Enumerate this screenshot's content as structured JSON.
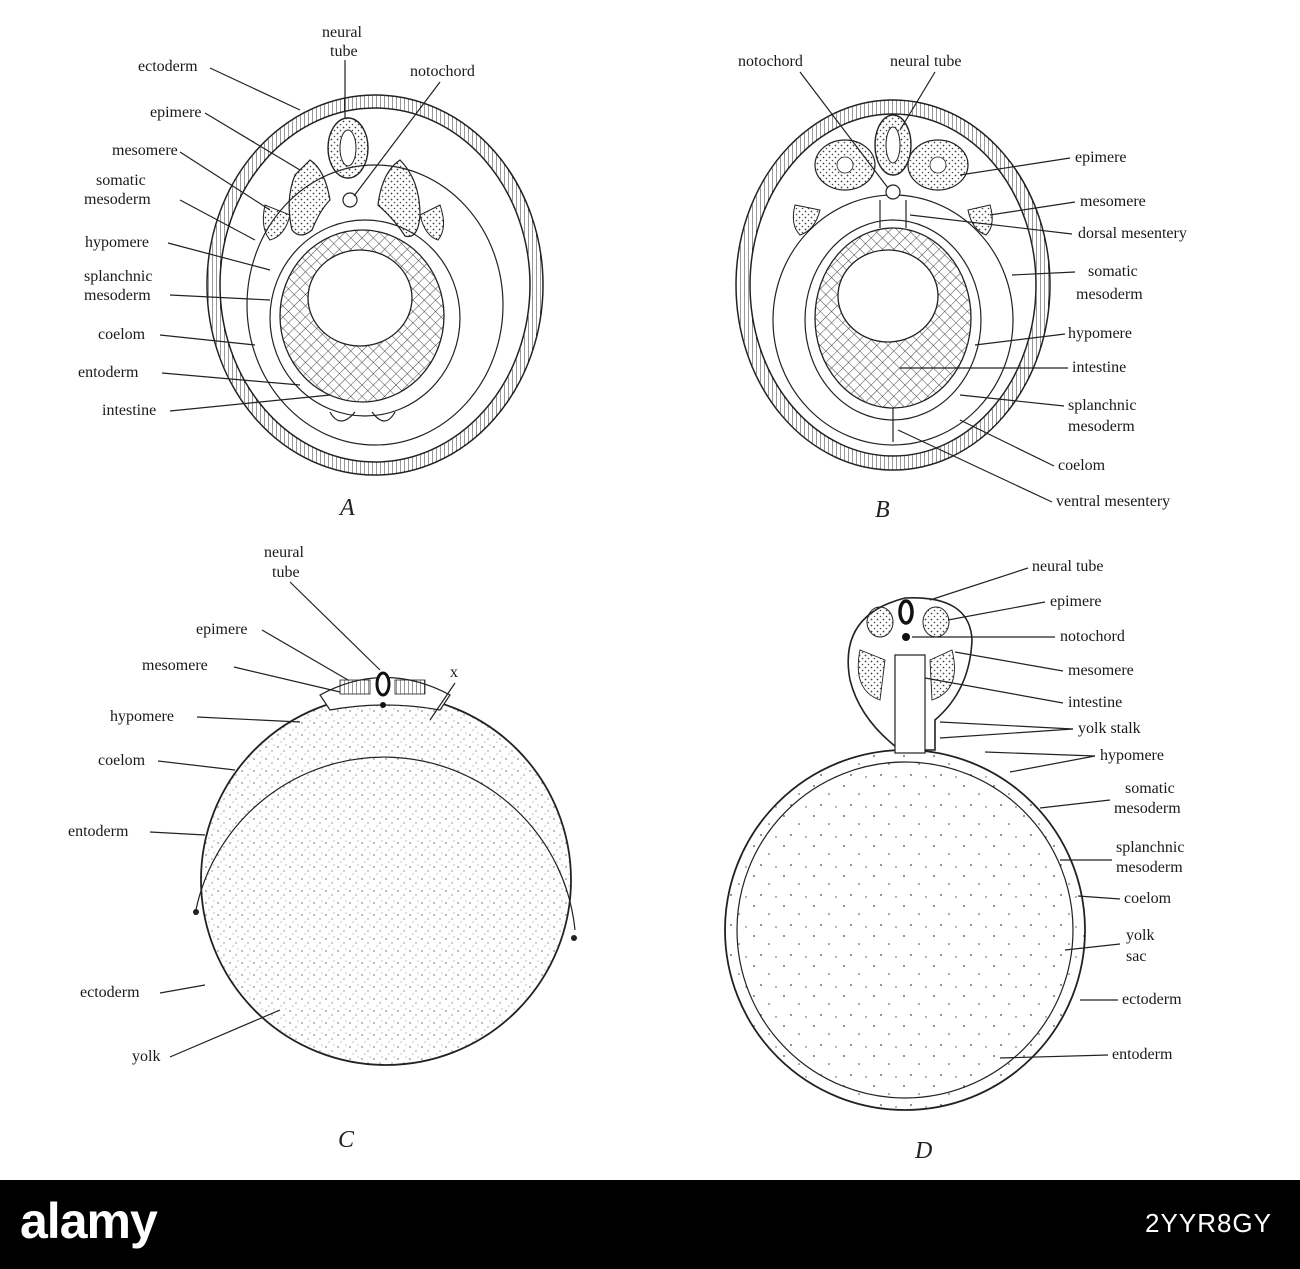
{
  "panels": {
    "A": {
      "caption": "A",
      "labels": {
        "neural_tube_1": "neural",
        "neural_tube_2": "tube",
        "notochord": "notochord",
        "ectoderm": "ectoderm",
        "epimere": "epimere",
        "mesomere": "mesomere",
        "somatic_1": "somatic",
        "somatic_2": "mesoderm",
        "hypomere": "hypomere",
        "splanchnic_1": "splanchnic",
        "splanchnic_2": "mesoderm",
        "coelom": "coelom",
        "entoderm": "entoderm",
        "intestine": "intestine"
      }
    },
    "B": {
      "caption": "B",
      "labels": {
        "notochord": "notochord",
        "neural_tube": "neural tube",
        "epimere": "epimere",
        "mesomere": "mesomere",
        "dorsal_mesentery": "dorsal mesentery",
        "somatic_1": "somatic",
        "somatic_2": "mesoderm",
        "hypomere": "hypomere",
        "intestine": "intestine",
        "splanchnic_1": "splanchnic",
        "splanchnic_2": "mesoderm",
        "coelom": "coelom",
        "ventral_mesentery": "ventral mesentery"
      }
    },
    "C": {
      "caption": "C",
      "labels": {
        "neural_tube_1": "neural",
        "neural_tube_2": "tube",
        "epimere": "epimere",
        "mesomere": "mesomere",
        "hypomere": "hypomere",
        "x": "x",
        "coelom": "coelom",
        "entoderm": "entoderm",
        "ectoderm": "ectoderm",
        "yolk": "yolk"
      }
    },
    "D": {
      "caption": "D",
      "labels": {
        "neural_tube": "neural tube",
        "epimere": "epimere",
        "notochord": "notochord",
        "mesomere": "mesomere",
        "intestine": "intestine",
        "yolk_stalk": "yolk stalk",
        "hypomere": "hypomere",
        "somatic_1": "somatic",
        "somatic_2": "mesoderm",
        "splanchnic_1": "splanchnic",
        "splanchnic_2": "mesoderm",
        "coelom": "coelom",
        "yolk_sac_1": "yolk",
        "yolk_sac_2": "sac",
        "ectoderm": "ectoderm",
        "entoderm": "entoderm"
      }
    }
  },
  "watermark": {
    "logo": "alamy",
    "image_id": "2YYR8GY"
  }
}
